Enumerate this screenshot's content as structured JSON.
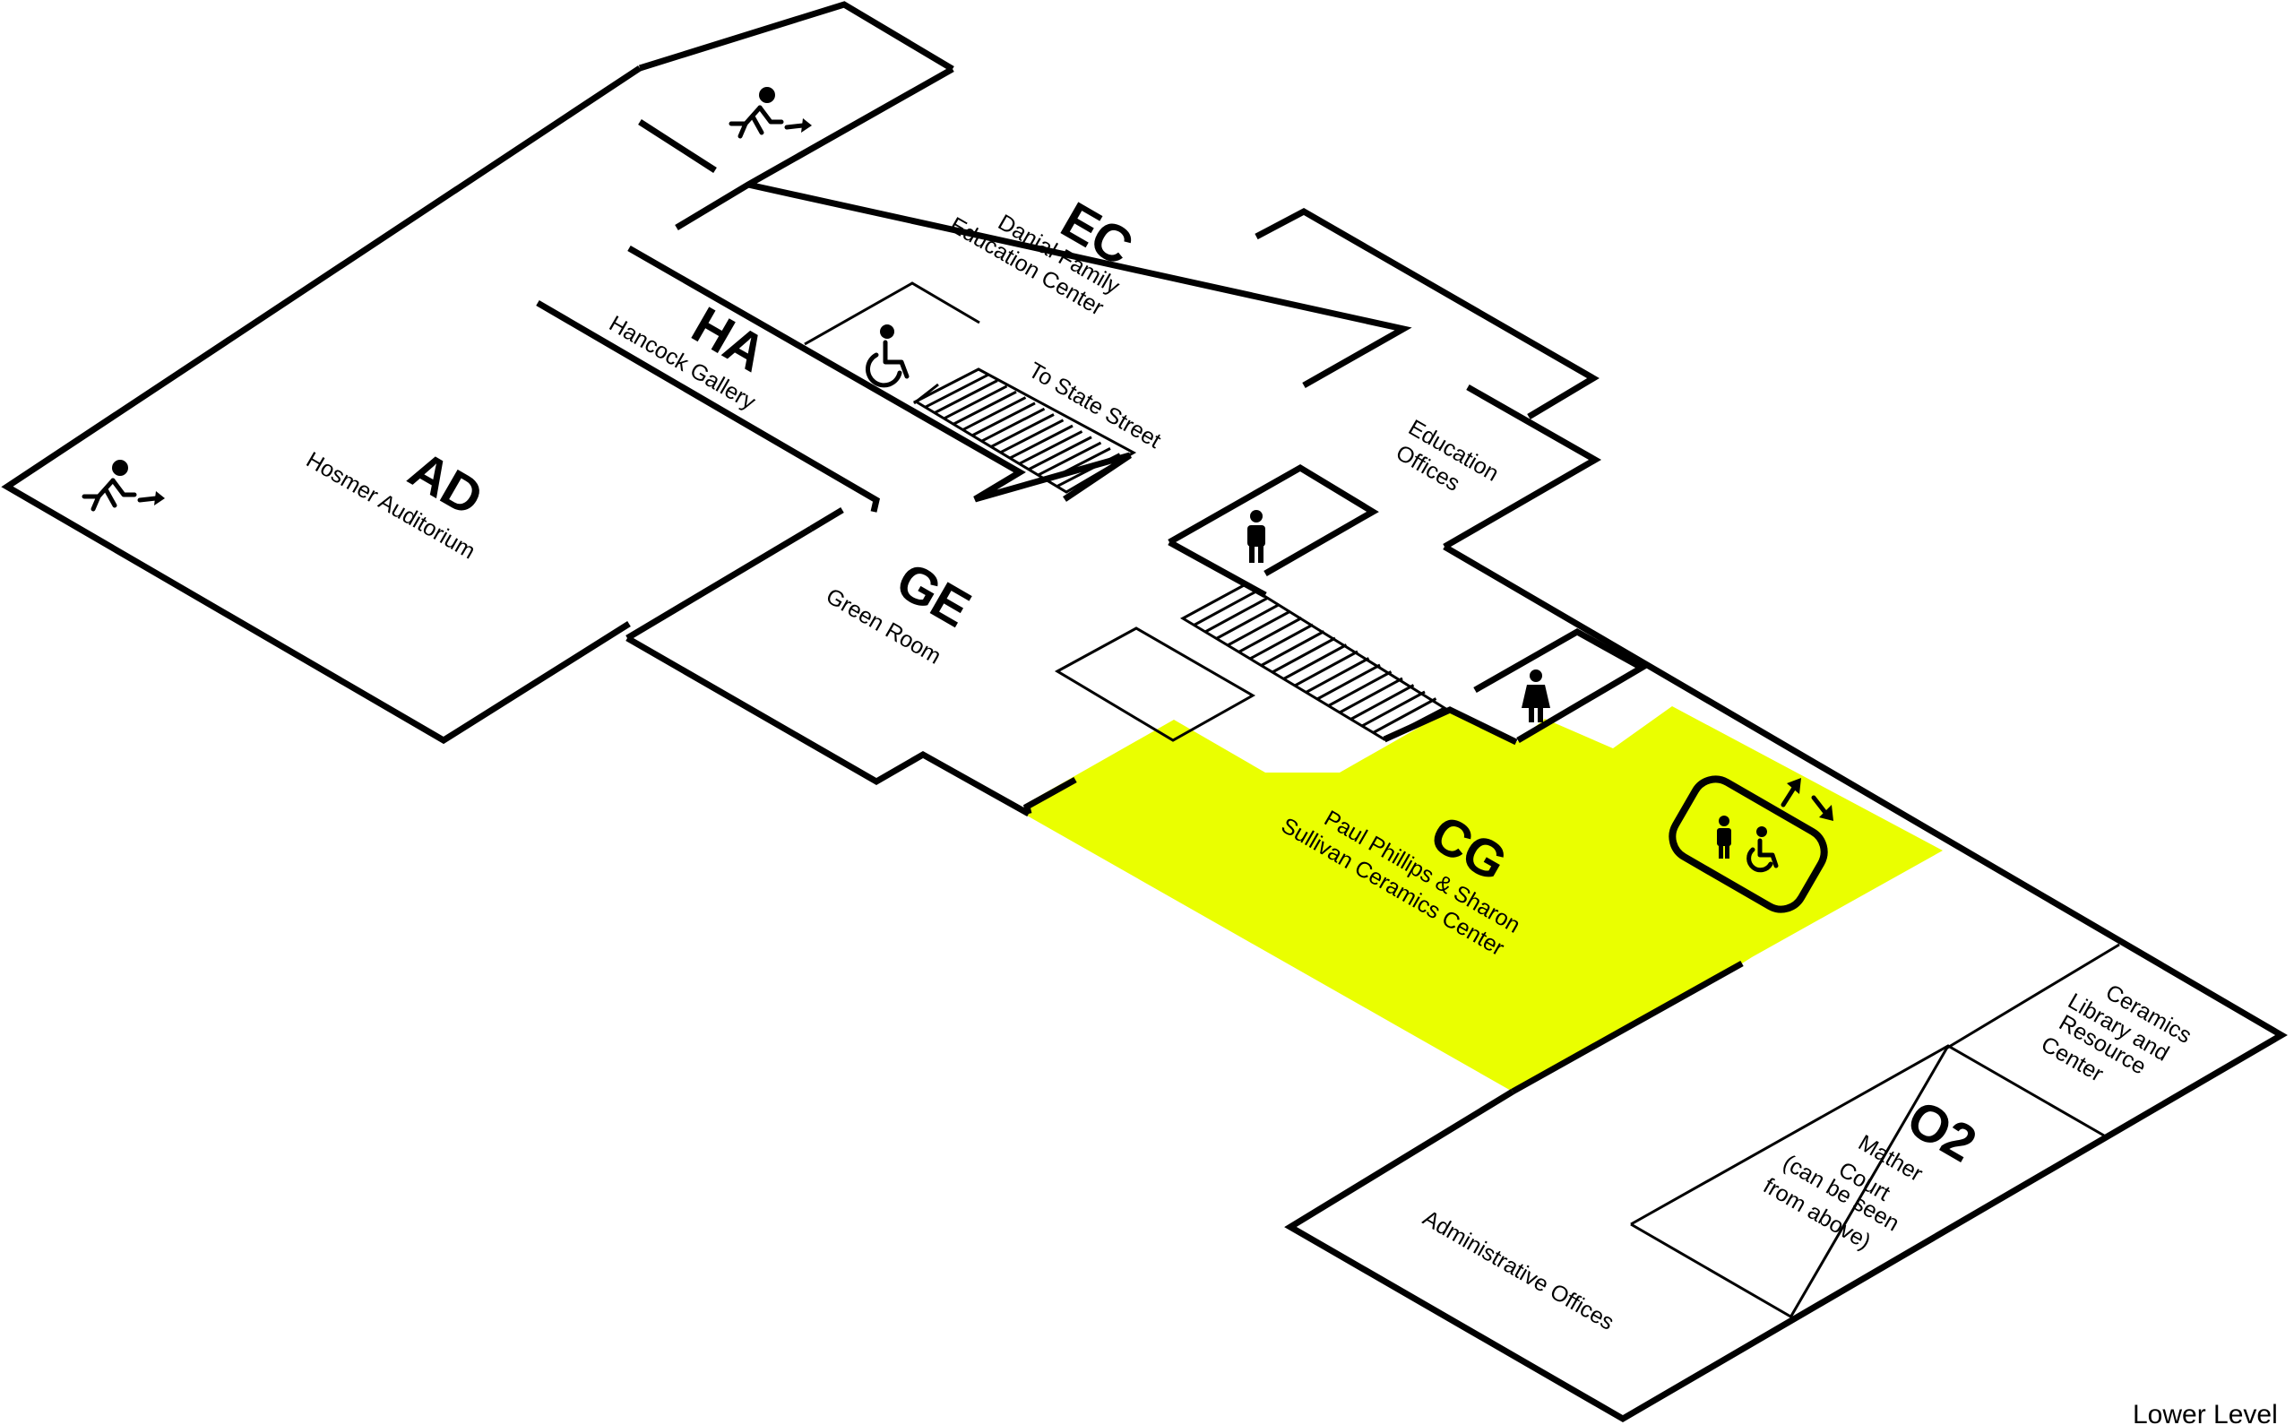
{
  "level_label": "Lower Level",
  "highlight_color": "#EAFF00",
  "rooms": {
    "ec": {
      "code": "EC",
      "name_lines": [
        "Danial Family",
        "Education Center"
      ]
    },
    "ha": {
      "code": "HA",
      "name_lines": [
        "Hancock Gallery"
      ]
    },
    "ad": {
      "code": "AD",
      "name_lines": [
        "Hosmer Auditorium"
      ]
    },
    "ge": {
      "code": "GE",
      "name_lines": [
        "Green Room"
      ]
    },
    "cg": {
      "code": "CG",
      "name_lines": [
        "Paul Phillips & Sharon",
        "Sullivan Ceramics Center"
      ]
    },
    "o2": {
      "code": "O2",
      "name_lines": [
        "Mather",
        "Court",
        "(can be seen",
        "from above)"
      ]
    }
  },
  "labels": {
    "to_state_street": "To State Street",
    "education_offices": [
      "Education",
      "Offices"
    ],
    "ceramics_library": [
      "Ceramics",
      "Library and",
      "Resource",
      "Center"
    ],
    "administrative_offices": "Administrative Offices"
  },
  "icons": {
    "emergency_exit": "emergency-exit-icon",
    "wheelchair": "wheelchair-accessible-icon",
    "mens_restroom": "mens-restroom-icon",
    "womens_restroom": "womens-restroom-icon",
    "elevator": "accessible-elevator-icon"
  }
}
